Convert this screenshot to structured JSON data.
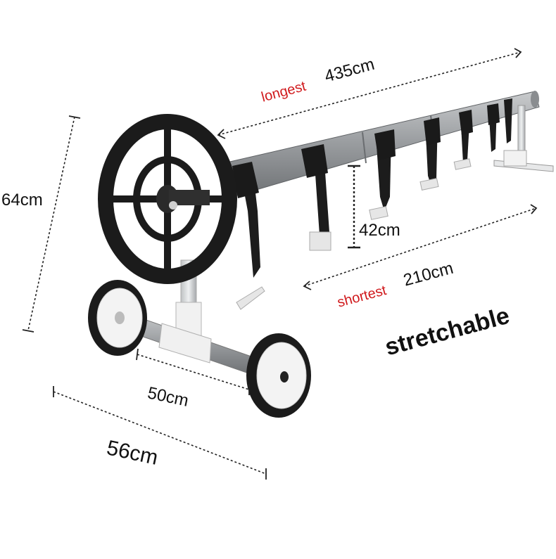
{
  "labels": {
    "longest_word": "longest",
    "longest_value": "435cm",
    "shortest_word": "shortest",
    "shortest_value": "210cm",
    "height_total": "64cm",
    "height_pole": "42cm",
    "axle_width": "50cm",
    "base_width": "56cm",
    "feature": "stretchable"
  },
  "colors": {
    "accent": "#d0191c",
    "text": "#111111",
    "tube": "#9a9c9e",
    "wheel": "#1a1a1a",
    "rim": "#f4f4f4"
  }
}
